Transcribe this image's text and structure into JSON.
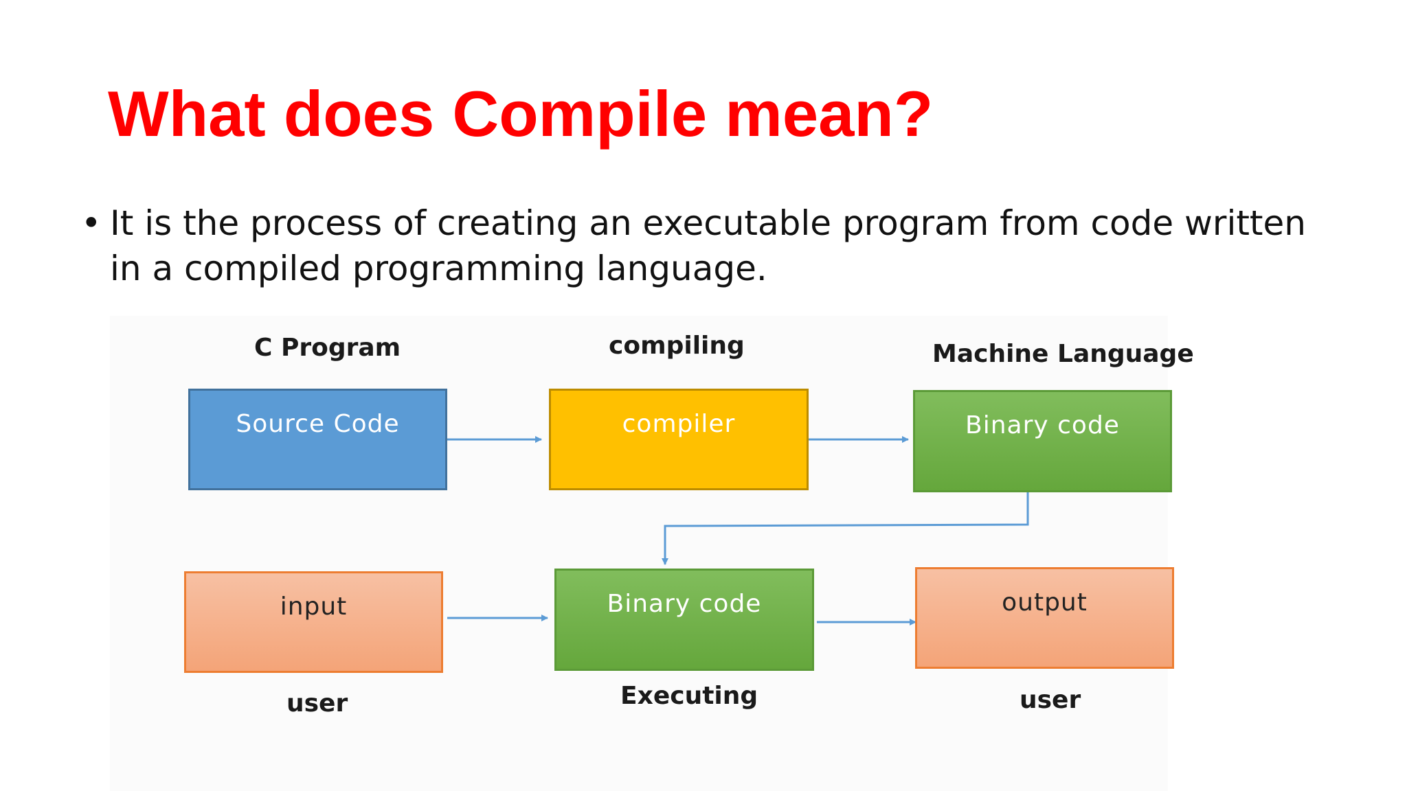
{
  "slide": {
    "title": "What does Compile mean?",
    "bullet_marker": "•",
    "bullet_text": "It is the process of creating an executable program from code written in a compiled programming language."
  },
  "diagram": {
    "labels": {
      "c_program": "C Program",
      "compiling": "compiling",
      "machine_language": "Machine  Language",
      "user_left": "user",
      "executing": "Executing",
      "user_right": "user"
    },
    "boxes": {
      "source_code": "Source Code",
      "compiler": "compiler",
      "binary_code_top": "Binary code",
      "input": "input",
      "binary_code_bottom": "Binary code",
      "output": "output"
    },
    "colors": {
      "source_code": "#5b9bd5",
      "compiler": "#ffc000",
      "binary_code": "#70ad47",
      "io_box": "#f4b183",
      "arrow": "#5b9bd5"
    }
  }
}
